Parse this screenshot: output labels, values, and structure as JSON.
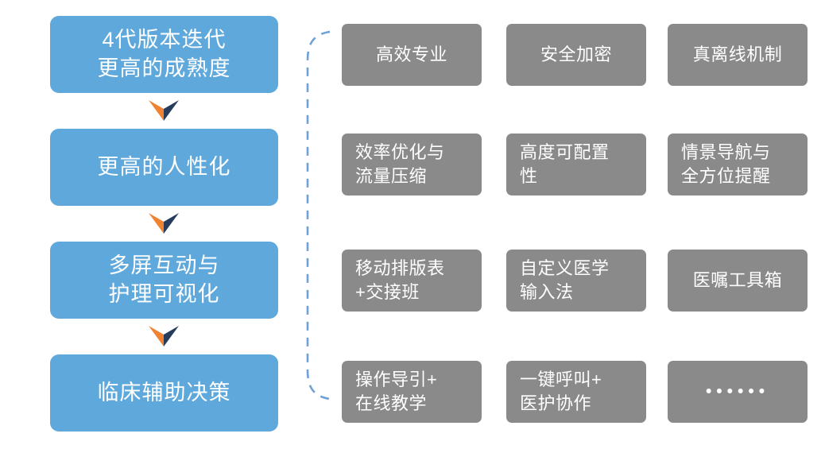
{
  "diagram": {
    "type": "flow-feature-map",
    "background": "#ffffff"
  },
  "colors": {
    "stage_blue": "#5FA8DC",
    "feature_gray": "#8A8A8A",
    "arrow_orange": "#F08232",
    "arrow_navy": "#253C5C",
    "brace_blue": "#6FA0D6",
    "text_white": "#ffffff"
  },
  "flow": {
    "stages": [
      {
        "label": "4代版本迭代\n更高的成熟度"
      },
      {
        "label": "更高的人性化"
      },
      {
        "label": "多屏互动与\n护理可视化"
      },
      {
        "label": "临床辅助决策"
      }
    ]
  },
  "features": {
    "rows": [
      {
        "cells": [
          {
            "label": "高效专业"
          },
          {
            "label": "安全加密"
          },
          {
            "label": "真离线机制"
          }
        ]
      },
      {
        "cells": [
          {
            "label": "效率优化与\n流量压缩"
          },
          {
            "label": "高度可配置\n性"
          },
          {
            "label": "情景导航与\n全方位提醒"
          }
        ]
      },
      {
        "cells": [
          {
            "label": "移动排版表\n+交接班"
          },
          {
            "label": "自定义医学\n输入法"
          },
          {
            "label": "医嘱工具箱"
          }
        ]
      },
      {
        "cells": [
          {
            "label": "操作导引+\n在线教学"
          },
          {
            "label": "一键呼叫+\n医护协作"
          },
          {
            "label": "••••••"
          }
        ]
      }
    ]
  }
}
